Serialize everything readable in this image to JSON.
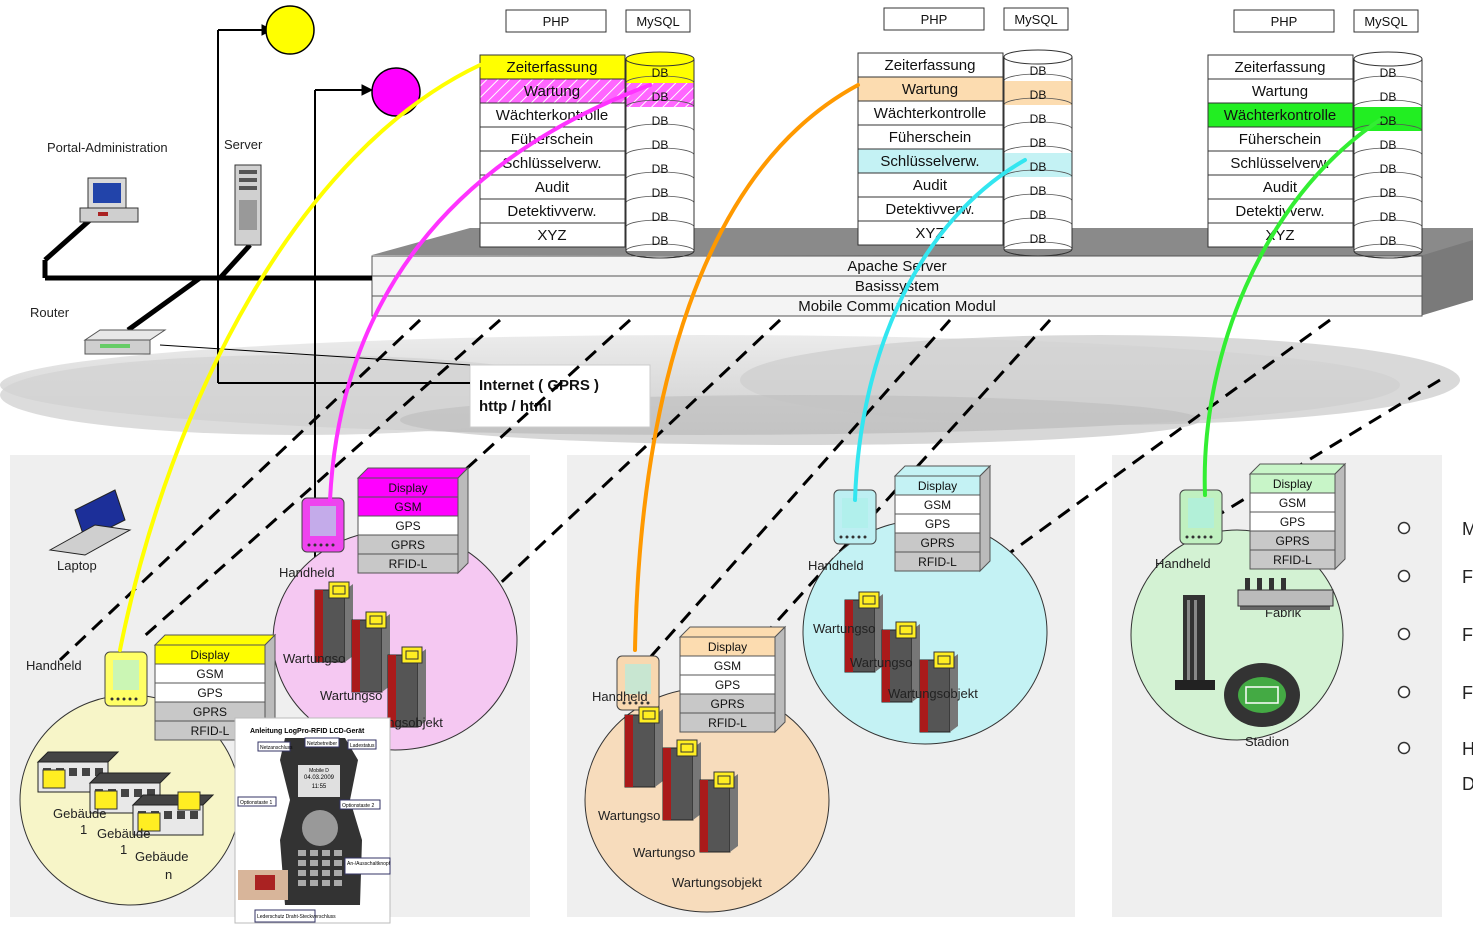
{
  "top_labels": {
    "php": "PHP",
    "mysql": "MySQL"
  },
  "stack_modules": [
    "Zeiterfassung",
    "Wartung",
    "Wächterkontrolle",
    "Füherschein",
    "Schlüsselverw.",
    "Audit",
    "Detektivverw.",
    "XYZ"
  ],
  "db_label": "DB",
  "platform_layers": [
    "Apache Server",
    "Basissystem",
    "Mobile Communication Modul"
  ],
  "network": {
    "portal_admin": "Portal-Administration",
    "server": "Server",
    "router": "Router",
    "laptop": "Laptop",
    "internet_line1": "Internet ( GPRS )",
    "internet_line2": "http / html"
  },
  "device_layers": [
    "Display",
    "GSM",
    "GPS",
    "GPRS",
    "RFID-L"
  ],
  "handheld": "Handheld",
  "scene1": {
    "g1": "Gebäude",
    "g1n": "1",
    "g2": "Gebäude",
    "g2n": "1",
    "g3": "Gebäude",
    "g3n": "n"
  },
  "scene2": {
    "w1": "Wartungso",
    "w2": "Wartungso",
    "w3": "ungsobjekt"
  },
  "scene3": {
    "w1": "Wartungso",
    "w2": "Wartungso",
    "w3": "Wartungsobjekt"
  },
  "scene4": {
    "w1": "Wartungso",
    "w2": "Wartungso",
    "w3": "Wartungsobjekt"
  },
  "scene5": {
    "fabrik": "Fabrik",
    "stadion": "Stadion"
  },
  "manual": {
    "title": "Anleitung LogPro-RFID LCD-Gerät",
    "callouts": [
      "Netzanschluss",
      "Netzbetreiber",
      "Ladestatus",
      "Optionstaste 1",
      "Optionstaste 2",
      "An-/Ausschaltknopf",
      "Lederschutz Draht-Steckverschluss"
    ],
    "screen_date": "04.03.2009",
    "screen_time": "11:55",
    "screen_mobile": "Mobile D"
  },
  "side_bullets": [
    "M",
    "F",
    "F",
    "F",
    "H",
    "D"
  ],
  "colors": {
    "zeit": "#ffff00",
    "wartung": "#ff00ff",
    "orange": "#ff9900",
    "cyan": "#33e6f0",
    "green": "#33ee33",
    "peach": "#fcdcb0",
    "pink_circle": "#f5c8f2",
    "yellow_circle": "#f7f5c8",
    "peach_circle": "#f7dcbc",
    "cyan_circle": "#c4f2f4",
    "green_circle": "#d3f2d3"
  }
}
